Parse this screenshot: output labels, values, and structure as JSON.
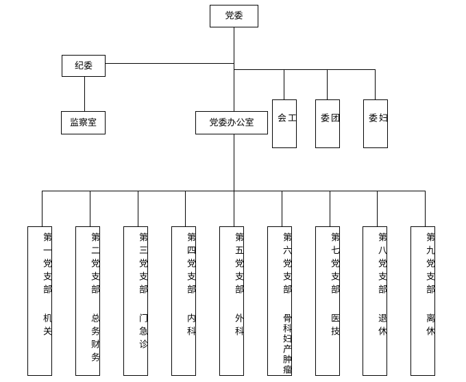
{
  "top": {
    "label": "党委"
  },
  "discipline": {
    "label": "纪委"
  },
  "supervision": {
    "label": "监察室"
  },
  "office": {
    "label": "党委办公室"
  },
  "mass_orgs": [
    {
      "id": "union",
      "label": "工会"
    },
    {
      "id": "youth",
      "label": "团委"
    },
    {
      "id": "women",
      "label": "妇委"
    }
  ],
  "branches": [
    {
      "name": "第一党支部",
      "dept": "机关"
    },
    {
      "name": "第二党支部",
      "dept": "总务财务"
    },
    {
      "name": "第三党支部",
      "dept": "门急诊"
    },
    {
      "name": "第四党支部",
      "dept": "内科"
    },
    {
      "name": "第五党支部",
      "dept": "外科"
    },
    {
      "name": "第六党支部",
      "dept": "骨科妇产肿瘤"
    },
    {
      "name": "第七党支部",
      "dept": "医技"
    },
    {
      "name": "第八党支部",
      "dept": "退休"
    },
    {
      "name": "第九党支部",
      "dept": "离休"
    }
  ]
}
